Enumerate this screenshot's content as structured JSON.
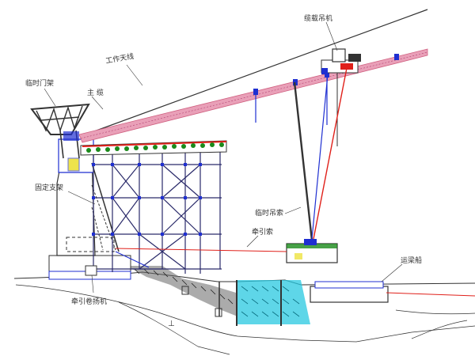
{
  "labels": {
    "crane": "缆载吊机",
    "working_cable": "工作天线",
    "main_cable": "主  缆",
    "temp_gantry": "临时门架",
    "fixed_support": "固定支架",
    "temp_hanger": "临时吊索",
    "traction_cable": "牵引索",
    "transport_ship": "运梁船",
    "traction_winch": "牵引卷扬机"
  },
  "colors": {
    "line": "#333333",
    "blue": "#1f2fd1",
    "red": "#e0201a",
    "pink": "#e9a0b8",
    "green": "#1a8a1a",
    "cyan": "#28c8e0",
    "yellow": "#e8d800"
  }
}
